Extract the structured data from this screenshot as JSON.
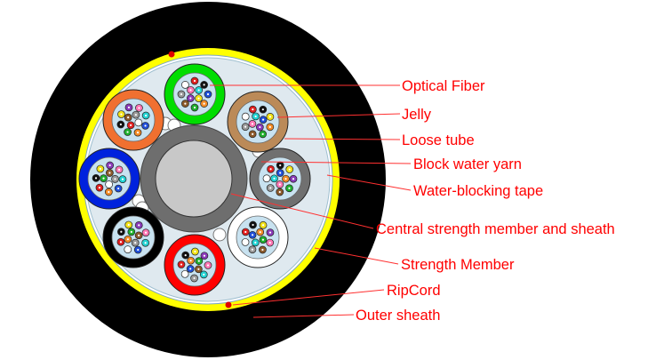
{
  "colors": {
    "label_text": "#ff0000",
    "leader_line": "#ff3030",
    "outer_sheath": "#000000",
    "strength_yellow": "#ffff00",
    "tape_fill": "#dfe9ef",
    "tube_gel": "#c8e2f0",
    "central_member": "#6e6e6e",
    "central_core": "#c8c8c8",
    "ripcord": "#e00000"
  },
  "loose_tubes": [
    {
      "name": "green-tube",
      "color": "#00dd00"
    },
    {
      "name": "brown-tube",
      "color": "#bb8a58"
    },
    {
      "name": "gray-tube",
      "color": "#707070"
    },
    {
      "name": "white-tube",
      "color": "#ffffff"
    },
    {
      "name": "red-tube",
      "color": "#ff0000"
    },
    {
      "name": "black-tube",
      "color": "#000000"
    },
    {
      "name": "blue-tube",
      "color": "#0022dd"
    },
    {
      "name": "orange-tube",
      "color": "#f07030"
    }
  ],
  "fiber_colors": [
    "#1f4fd8",
    "#f28c28",
    "#1fae2e",
    "#8b5a2b",
    "#9a9a9a",
    "#ffffff",
    "#e02020",
    "#111111",
    "#f2e21a",
    "#8a3ab9",
    "#ff77b4",
    "#22d3d3"
  ],
  "labels": [
    {
      "id": "optical-fiber",
      "text": "Optical Fiber"
    },
    {
      "id": "jelly",
      "text": "Jelly"
    },
    {
      "id": "loose-tube",
      "text": "Loose tube"
    },
    {
      "id": "block-water-yarn",
      "text": "Block water yarn"
    },
    {
      "id": "water-blocking-tape",
      "text": "Water-blocking tape"
    },
    {
      "id": "central-strength-member",
      "text": "Central strength member and sheath"
    },
    {
      "id": "strength-member",
      "text": "Strength Member"
    },
    {
      "id": "ripcord",
      "text": "RipCord"
    },
    {
      "id": "outer-sheath",
      "text": "Outer sheath"
    }
  ]
}
